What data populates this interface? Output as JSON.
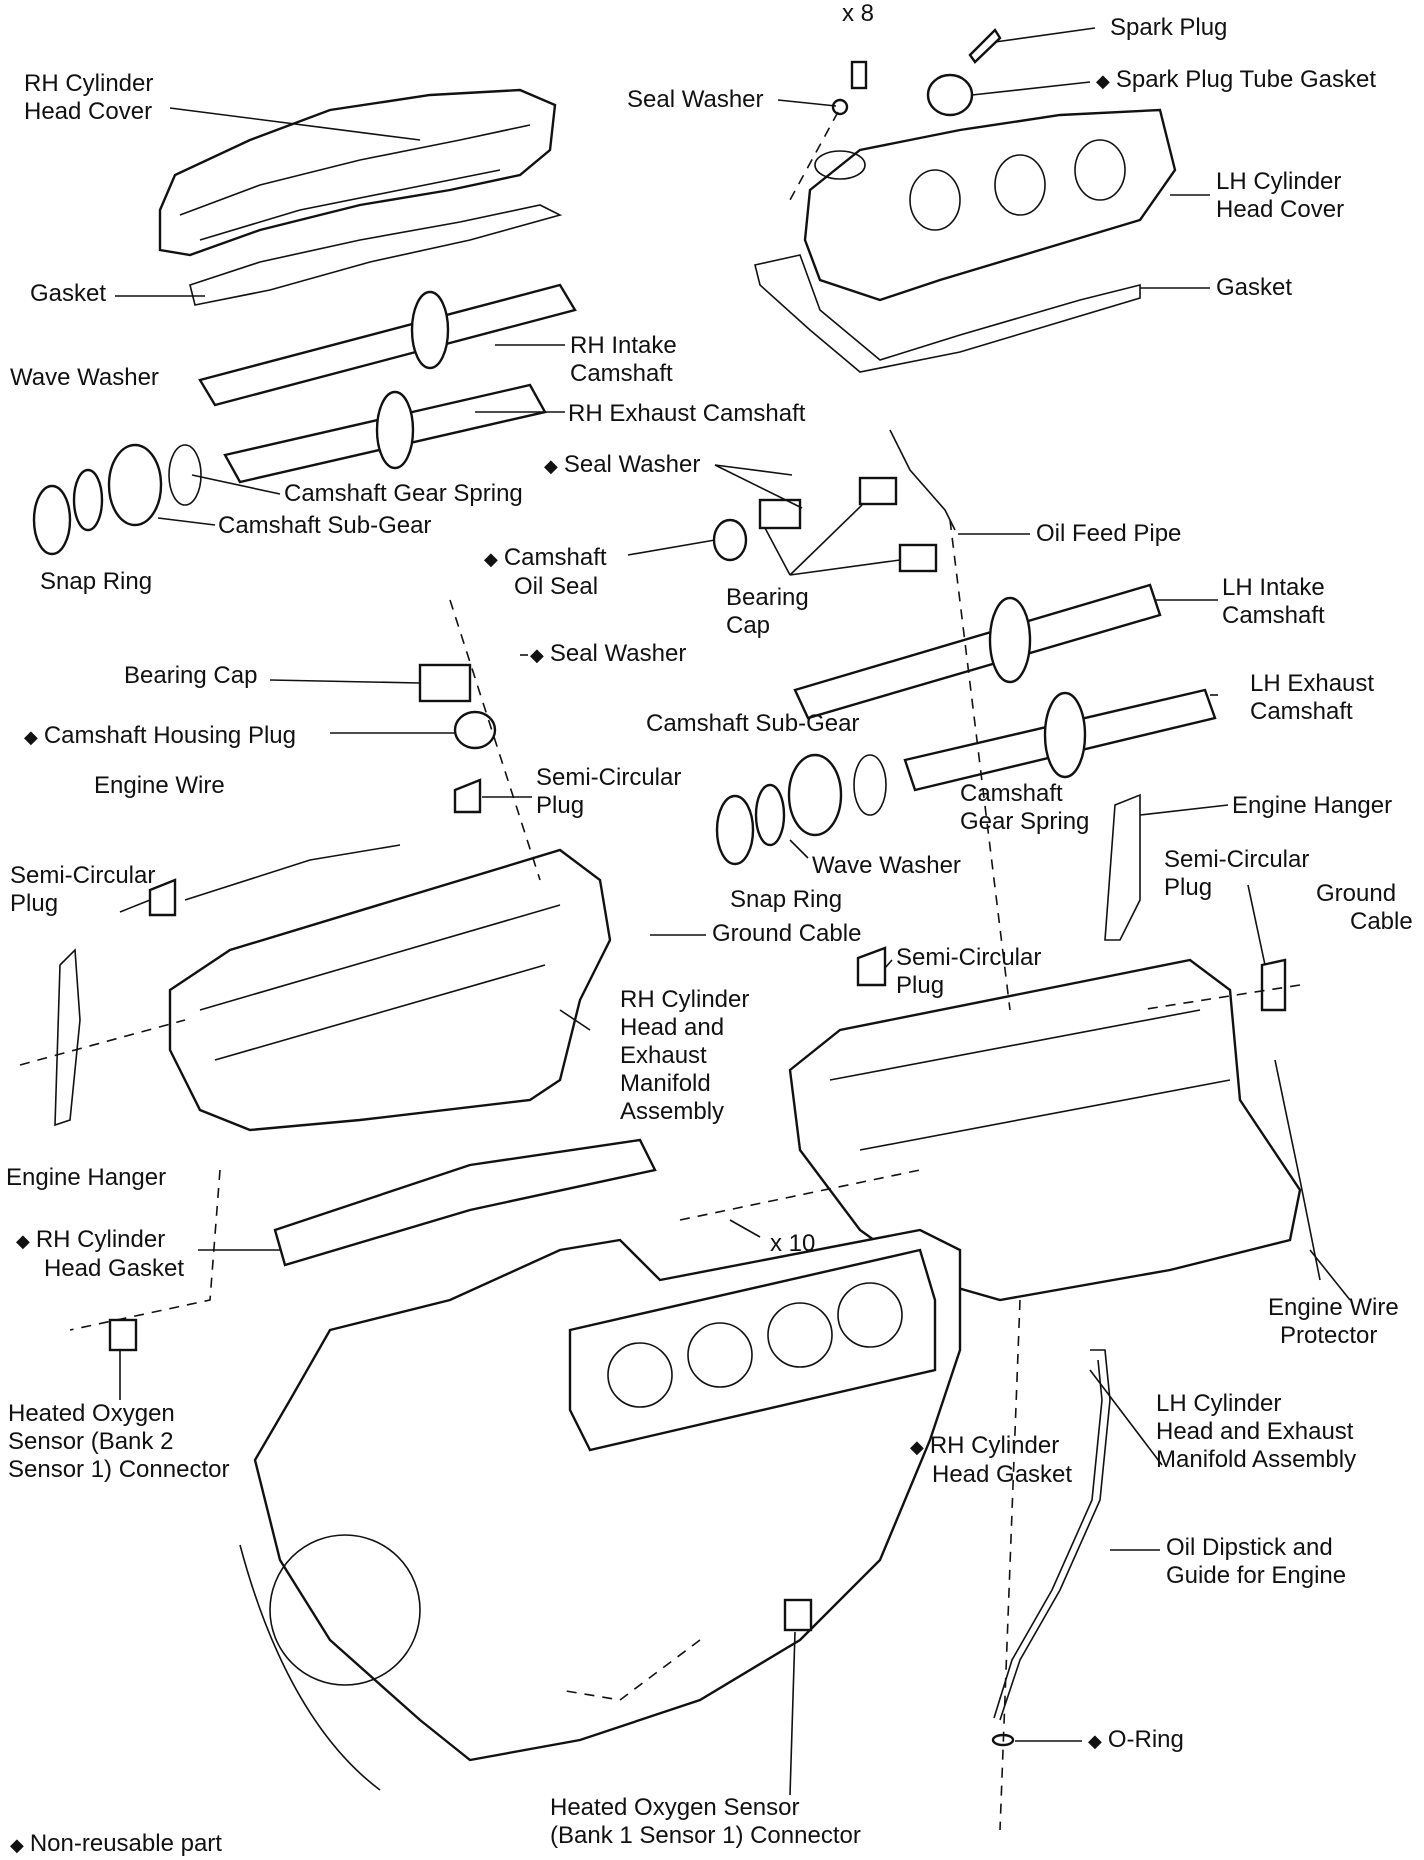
{
  "labels": {
    "x8": "x 8",
    "spark_plug": "Spark Plug",
    "spark_plug_tube_gasket": "Spark Plug Tube Gasket",
    "seal_washer_top": "Seal Washer",
    "rh_cyl_head_cover": [
      "RH Cylinder",
      "Head Cover"
    ],
    "lh_cyl_head_cover": [
      "LH Cylinder",
      "Head Cover"
    ],
    "gasket_left": "Gasket",
    "gasket_right": "Gasket",
    "rh_intake_camshaft": [
      "RH Intake",
      "Camshaft"
    ],
    "wave_washer_left": "Wave Washer",
    "rh_exhaust_camshaft": "RH Exhaust Camshaft",
    "seal_washer_mid": "Seal Washer",
    "camshaft_gear_spring_left": "Camshaft Gear Spring",
    "camshaft_sub_gear_left": "Camshaft Sub-Gear",
    "oil_feed_pipe": "Oil Feed Pipe",
    "snap_ring_left": "Snap Ring",
    "camshaft_oil_seal": [
      "Camshaft",
      "Oil Seal"
    ],
    "bearing_cap_right": [
      "Bearing",
      "Cap"
    ],
    "lh_intake_camshaft": [
      "LH Intake",
      "Camshaft"
    ],
    "seal_washer_low": "Seal Washer",
    "bearing_cap_left": "Bearing Cap",
    "lh_exhaust_camshaft": [
      "LH Exhaust",
      "Camshaft"
    ],
    "camshaft_sub_gear_right": "Camshaft Sub-Gear",
    "camshaft_housing_plug": "Camshaft Housing Plug",
    "semi_circular_plug_a": [
      "Semi-Circular",
      "Plug"
    ],
    "engine_wire": "Engine Wire",
    "camshaft_gear_spring_right": [
      "Camshaft",
      "Gear Spring"
    ],
    "engine_hanger_right": "Engine Hanger",
    "semi_circular_plug_b": [
      "Semi-Circular",
      "Plug"
    ],
    "wave_washer_right": "Wave Washer",
    "semi_circular_plug_c": [
      "Semi-Circular",
      "Plug"
    ],
    "ground_cable_right": [
      "Ground",
      "Cable"
    ],
    "snap_ring_right": "Snap Ring",
    "ground_cable_mid": "Ground Cable",
    "semi_circular_plug_d": [
      "Semi-Circular",
      "Plug"
    ],
    "rh_cyl_head_exhaust": [
      "RH Cylinder",
      "Head and",
      "Exhaust",
      "Manifold",
      "Assembly"
    ],
    "engine_hanger_left": "Engine Hanger",
    "rh_cyl_head_gasket_left": [
      "RH Cylinder",
      "Head Gasket"
    ],
    "x10": "x 10",
    "engine_wire_protector": [
      "Engine Wire",
      "Protector"
    ],
    "heated_o2_bank2": [
      "Heated Oxygen",
      "Sensor (Bank 2",
      "Sensor 1) Connector"
    ],
    "lh_cyl_head_exhaust": [
      "LH Cylinder",
      "Head and Exhaust",
      "Manifold Assembly"
    ],
    "rh_cyl_head_gasket_right": [
      "RH Cylinder",
      "Head Gasket"
    ],
    "oil_dipstick": [
      "Oil Dipstick and",
      "Guide for Engine"
    ],
    "o_ring": "O-Ring",
    "heated_o2_bank1": [
      "Heated Oxygen Sensor",
      "(Bank 1 Sensor 1) Connector"
    ],
    "legend": "Non-reusable part"
  },
  "symbols": {
    "non_reusable_marker": "◆"
  }
}
